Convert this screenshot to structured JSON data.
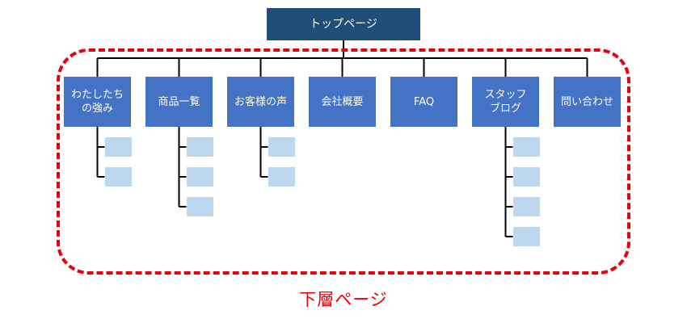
{
  "diagram": {
    "top_page": "トップページ",
    "categories": [
      {
        "label": "わたしたち\nの強み",
        "subpages": 2
      },
      {
        "label": "商品一覧",
        "subpages": 3
      },
      {
        "label": "お客様の声",
        "subpages": 2
      },
      {
        "label": "会社概要",
        "subpages": 0
      },
      {
        "label": "FAQ",
        "subpages": 0
      },
      {
        "label": "スタッフ\nブログ",
        "subpages": 4
      },
      {
        "label": "問い合わせ",
        "subpages": 0
      }
    ],
    "group_label": "下層ページ",
    "colors": {
      "top_box": "#1f4e79",
      "category_box": "#4472c4",
      "subpage_box": "#bdd7ee",
      "group_border": "#e8000b"
    }
  }
}
